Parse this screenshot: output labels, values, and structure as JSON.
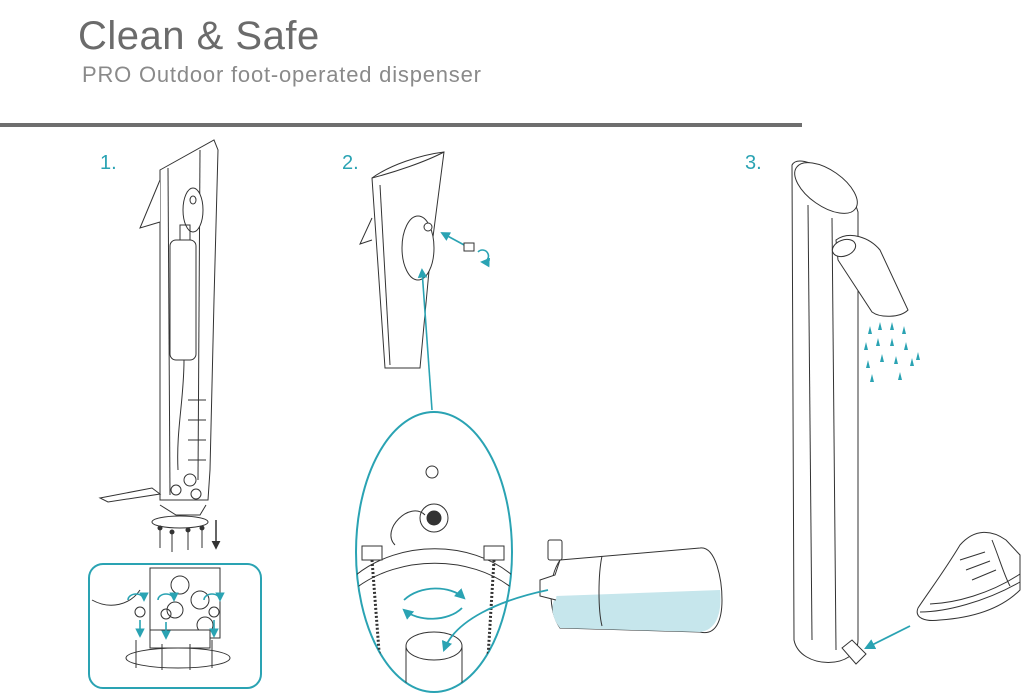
{
  "header": {
    "title": "Clean & Safe",
    "subtitle": "PRO Outdoor foot-operated dispenser"
  },
  "steps": [
    {
      "label": "1."
    },
    {
      "label": "2."
    },
    {
      "label": "3."
    }
  ],
  "colors": {
    "accent": "#2aa3b3",
    "line": "#333333",
    "rule": "#6e6e6e",
    "liquid": "#c6e6ec"
  }
}
